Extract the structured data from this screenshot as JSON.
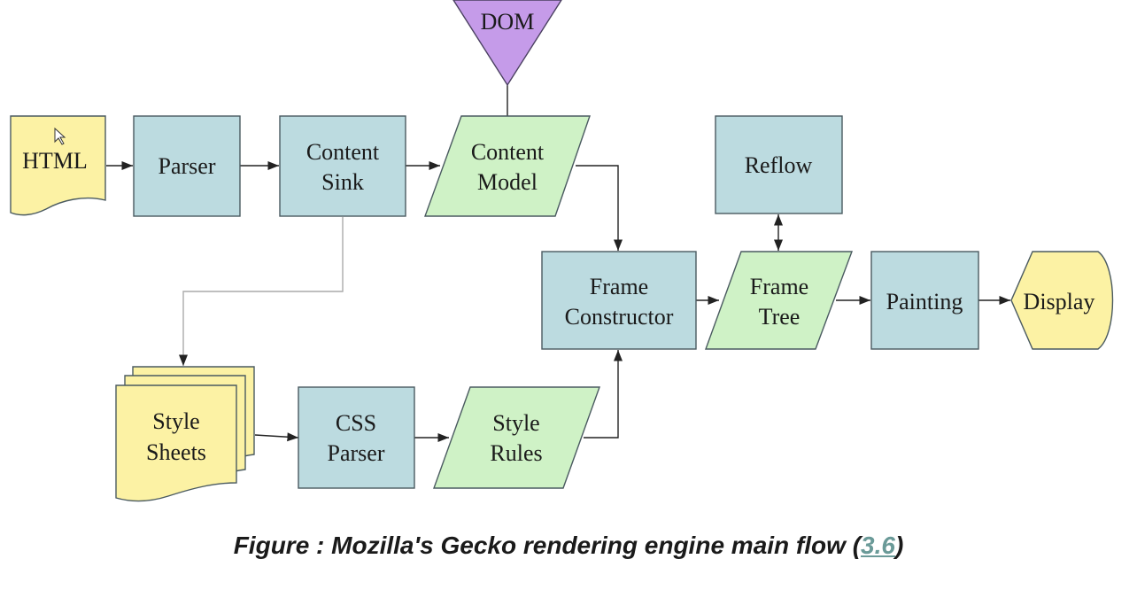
{
  "nodes": {
    "html": "HTML",
    "parser": "Parser",
    "content_sink": [
      "Content",
      "Sink"
    ],
    "content_model": [
      "Content",
      "Model"
    ],
    "dom": "DOM",
    "reflow": "Reflow",
    "frame_constructor": [
      "Frame",
      "Constructor"
    ],
    "frame_tree": [
      "Frame",
      "Tree"
    ],
    "painting": "Painting",
    "display": "Display",
    "style_sheets": [
      "Style",
      "Sheets"
    ],
    "css_parser": [
      "CSS",
      "Parser"
    ],
    "style_rules": [
      "Style",
      "Rules"
    ]
  },
  "caption": {
    "prefix": "Figure : Mozilla's Gecko rendering engine main flow (",
    "link": "3.6",
    "suffix": ")"
  },
  "colors": {
    "process": "#bcdbe0",
    "data": "#cff2c6",
    "document": "#fcf2a4",
    "dom": "#c59be9",
    "link": "#6a9a98"
  }
}
